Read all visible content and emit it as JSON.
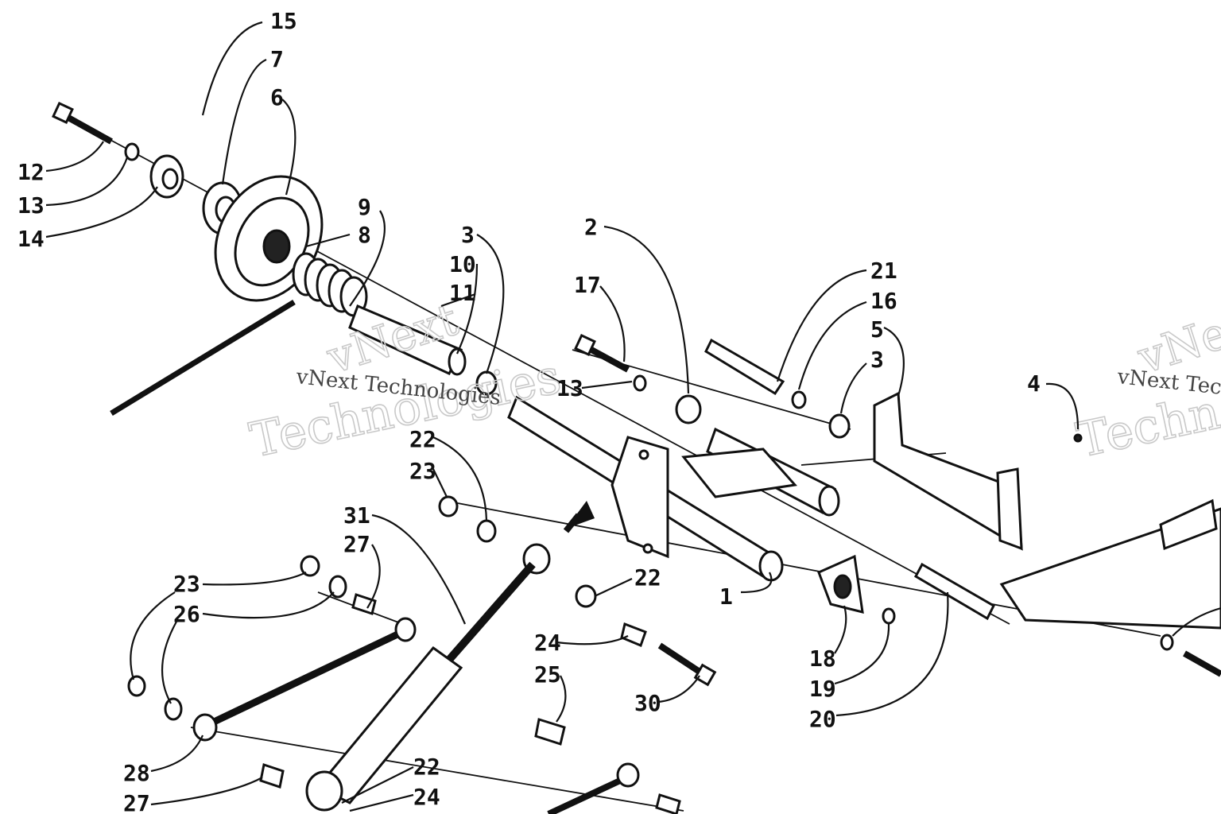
{
  "watermark": {
    "line1": "vNext Technologies",
    "big1": "vNext",
    "big2": "Technologies"
  },
  "callouts": {
    "c1": "1",
    "c2": "2",
    "c3a": "3",
    "c3b": "3",
    "c4": "4",
    "c5": "5",
    "c6": "6",
    "c7": "7",
    "c8": "8",
    "c9": "9",
    "c10": "10",
    "c11": "11",
    "c12": "12",
    "c13a": "13",
    "c13b": "13",
    "c14": "14",
    "c15": "15",
    "c16": "16",
    "c17": "17",
    "c18": "18",
    "c19": "19",
    "c20": "20",
    "c21": "21",
    "c22a": "22",
    "c22b": "22",
    "c22c": "22",
    "c23a": "23",
    "c23b": "23",
    "c24a": "24",
    "c24b": "24",
    "c25": "25",
    "c26": "26",
    "c27a": "27",
    "c27b": "27",
    "c28": "28",
    "c30": "30",
    "c31": "31"
  }
}
